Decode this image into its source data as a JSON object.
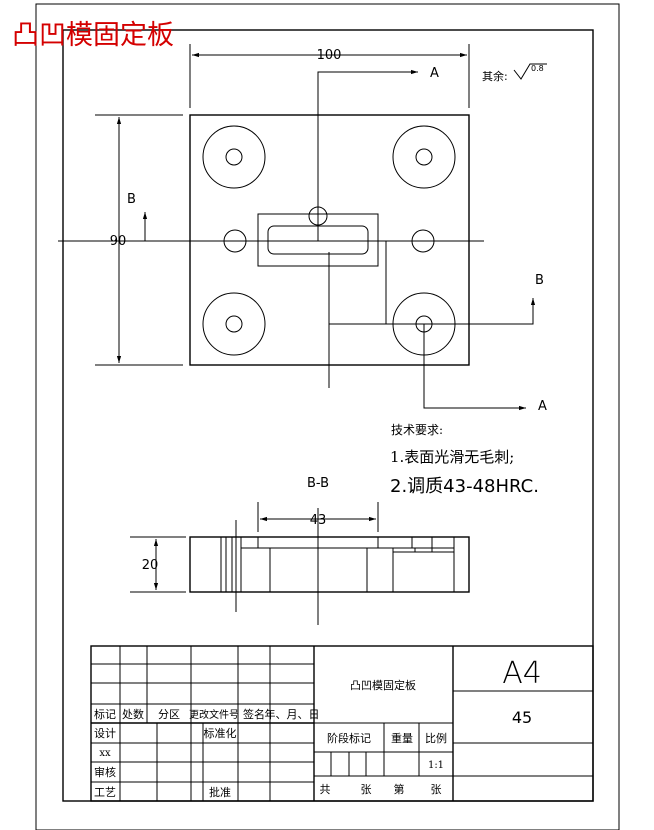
{
  "title": "凸凹模固定板",
  "dims": {
    "width": "100",
    "height": "90",
    "slot": "43",
    "thickness": "20"
  },
  "section_marks": {
    "a": "A",
    "b": "B"
  },
  "roughness": {
    "label": "其余:",
    "value": "0.8"
  },
  "section_view_label": "B-B",
  "tech": {
    "heading": "技术要求:",
    "req1": "1.表面光滑无毛刺;",
    "req2": "2.调质43-48HRC."
  },
  "title_block": {
    "part_name": "凸凹模固定板",
    "sheet_size": "A4",
    "quantity": "45",
    "headers": [
      "标记",
      "处数",
      "分区",
      "更改文件号",
      "签名",
      "年、月、日"
    ],
    "design": "设计",
    "standardize": "标准化",
    "xx": "xx",
    "review": "审核",
    "process": "工艺",
    "approve": "批准",
    "stage_mark": "阶段标记",
    "weight": "重量",
    "scale_label": "比例",
    "scale_value": "1:1",
    "total": "共",
    "sheets": "张",
    "page": "第",
    "sheet2": "张"
  }
}
